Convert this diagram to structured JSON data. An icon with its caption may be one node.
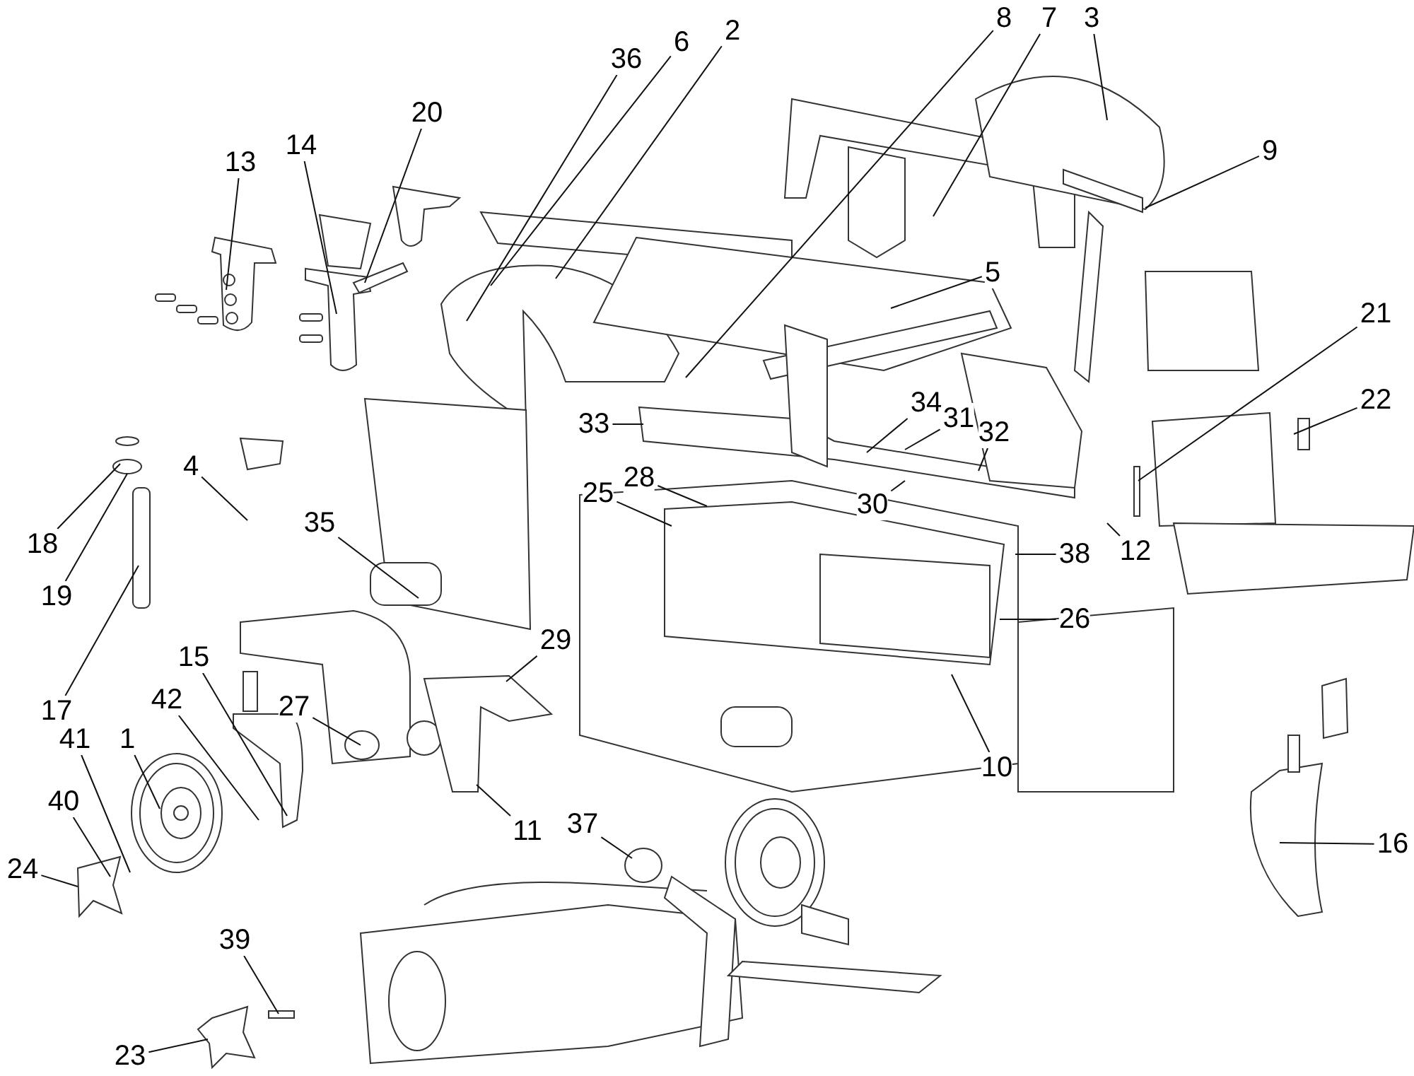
{
  "diagram": {
    "nodes": [
      {
        "text": [
          "13"
        ]
      },
      {
        "text": [
          "14"
        ]
      },
      {
        "text": [
          "20"
        ]
      },
      {
        "text": [
          "36"
        ]
      },
      {
        "text": [
          "6"
        ]
      },
      {
        "text": [
          "2"
        ]
      },
      {
        "text": [
          "8"
        ]
      },
      {
        "text": [
          "7"
        ]
      },
      {
        "text": [
          "3"
        ]
      },
      {
        "text": [
          "9"
        ]
      },
      {
        "text": [
          "5"
        ]
      },
      {
        "text": [
          "21"
        ]
      },
      {
        "text": [
          "22"
        ]
      },
      {
        "text": [
          "33"
        ]
      },
      {
        "text": [
          "34"
        ]
      },
      {
        "text": [
          "31"
        ]
      },
      {
        "text": [
          "32"
        ]
      },
      {
        "text": [
          "4"
        ]
      },
      {
        "text": [
          "28"
        ]
      },
      {
        "text": [
          "25"
        ]
      },
      {
        "text": [
          "30"
        ]
      },
      {
        "text": [
          "35"
        ]
      },
      {
        "text": [
          "12"
        ]
      },
      {
        "text": [
          "38"
        ]
      },
      {
        "text": [
          "18"
        ]
      },
      {
        "text": [
          "19"
        ]
      },
      {
        "text": [
          "26"
        ]
      },
      {
        "text": [
          "29"
        ]
      },
      {
        "text": [
          "15"
        ]
      },
      {
        "text": [
          "17"
        ]
      },
      {
        "text": [
          "27"
        ]
      },
      {
        "text": [
          "42"
        ]
      },
      {
        "text": [
          "41"
        ]
      },
      {
        "text": [
          "1"
        ]
      },
      {
        "text": [
          "10"
        ]
      },
      {
        "text": [
          "40"
        ]
      },
      {
        "text": [
          "11"
        ]
      },
      {
        "text": [
          "37"
        ]
      },
      {
        "text": [
          "16"
        ]
      },
      {
        "text": [
          "24"
        ]
      },
      {
        "text": [
          "39"
        ]
      },
      {
        "text": [
          "23"
        ]
      }
    ],
    "edges": [
      {
        "from": 0,
        "to": null,
        "arrow": "none"
      },
      {
        "from": 1,
        "to": null,
        "arrow": "none"
      },
      {
        "from": 2,
        "to": null,
        "arrow": "none"
      },
      {
        "from": 3,
        "to": null,
        "arrow": "none"
      },
      {
        "from": 4,
        "to": null,
        "arrow": "none"
      },
      {
        "from": 5,
        "to": null,
        "arrow": "none"
      },
      {
        "from": 6,
        "to": null,
        "arrow": "none"
      },
      {
        "from": 7,
        "to": null,
        "arrow": "none"
      },
      {
        "from": 8,
        "to": null,
        "arrow": "none"
      },
      {
        "from": 9,
        "to": null,
        "arrow": "none"
      },
      {
        "from": 10,
        "to": null,
        "arrow": "none"
      },
      {
        "from": 11,
        "to": null,
        "arrow": "none"
      },
      {
        "from": 12,
        "to": null,
        "arrow": "none"
      },
      {
        "from": 13,
        "to": null,
        "arrow": "none"
      },
      {
        "from": 14,
        "to": null,
        "arrow": "none"
      },
      {
        "from": 15,
        "to": null,
        "arrow": "none"
      },
      {
        "from": 16,
        "to": null,
        "arrow": "none"
      },
      {
        "from": 17,
        "to": null,
        "arrow": "none"
      },
      {
        "from": 18,
        "to": null,
        "arrow": "none"
      },
      {
        "from": 19,
        "to": null,
        "arrow": "none"
      },
      {
        "from": 20,
        "to": null,
        "arrow": "none"
      },
      {
        "from": 21,
        "to": null,
        "arrow": "none"
      },
      {
        "from": 22,
        "to": null,
        "arrow": "none"
      },
      {
        "from": 23,
        "to": null,
        "arrow": "none"
      },
      {
        "from": 24,
        "to": null,
        "arrow": "none"
      },
      {
        "from": 25,
        "to": null,
        "arrow": "none"
      },
      {
        "from": 26,
        "to": null,
        "arrow": "none"
      },
      {
        "from": 27,
        "to": null,
        "arrow": "none"
      },
      {
        "from": 28,
        "to": null,
        "arrow": "none"
      },
      {
        "from": 29,
        "to": null,
        "arrow": "none"
      },
      {
        "from": 30,
        "to": null,
        "arrow": "none"
      },
      {
        "from": 31,
        "to": null,
        "arrow": "none"
      },
      {
        "from": 32,
        "to": null,
        "arrow": "none"
      },
      {
        "from": 33,
        "to": null,
        "arrow": "none"
      },
      {
        "from": 34,
        "to": null,
        "arrow": "none"
      },
      {
        "from": 35,
        "to": null,
        "arrow": "none"
      },
      {
        "from": 36,
        "to": null,
        "arrow": "none"
      },
      {
        "from": 37,
        "to": null,
        "arrow": "none"
      },
      {
        "from": 38,
        "to": null,
        "arrow": "none"
      },
      {
        "from": 39,
        "to": null,
        "arrow": "none"
      },
      {
        "from": 40,
        "to": null,
        "arrow": "none"
      },
      {
        "from": 41,
        "to": null,
        "arrow": "none"
      }
    ]
  }
}
